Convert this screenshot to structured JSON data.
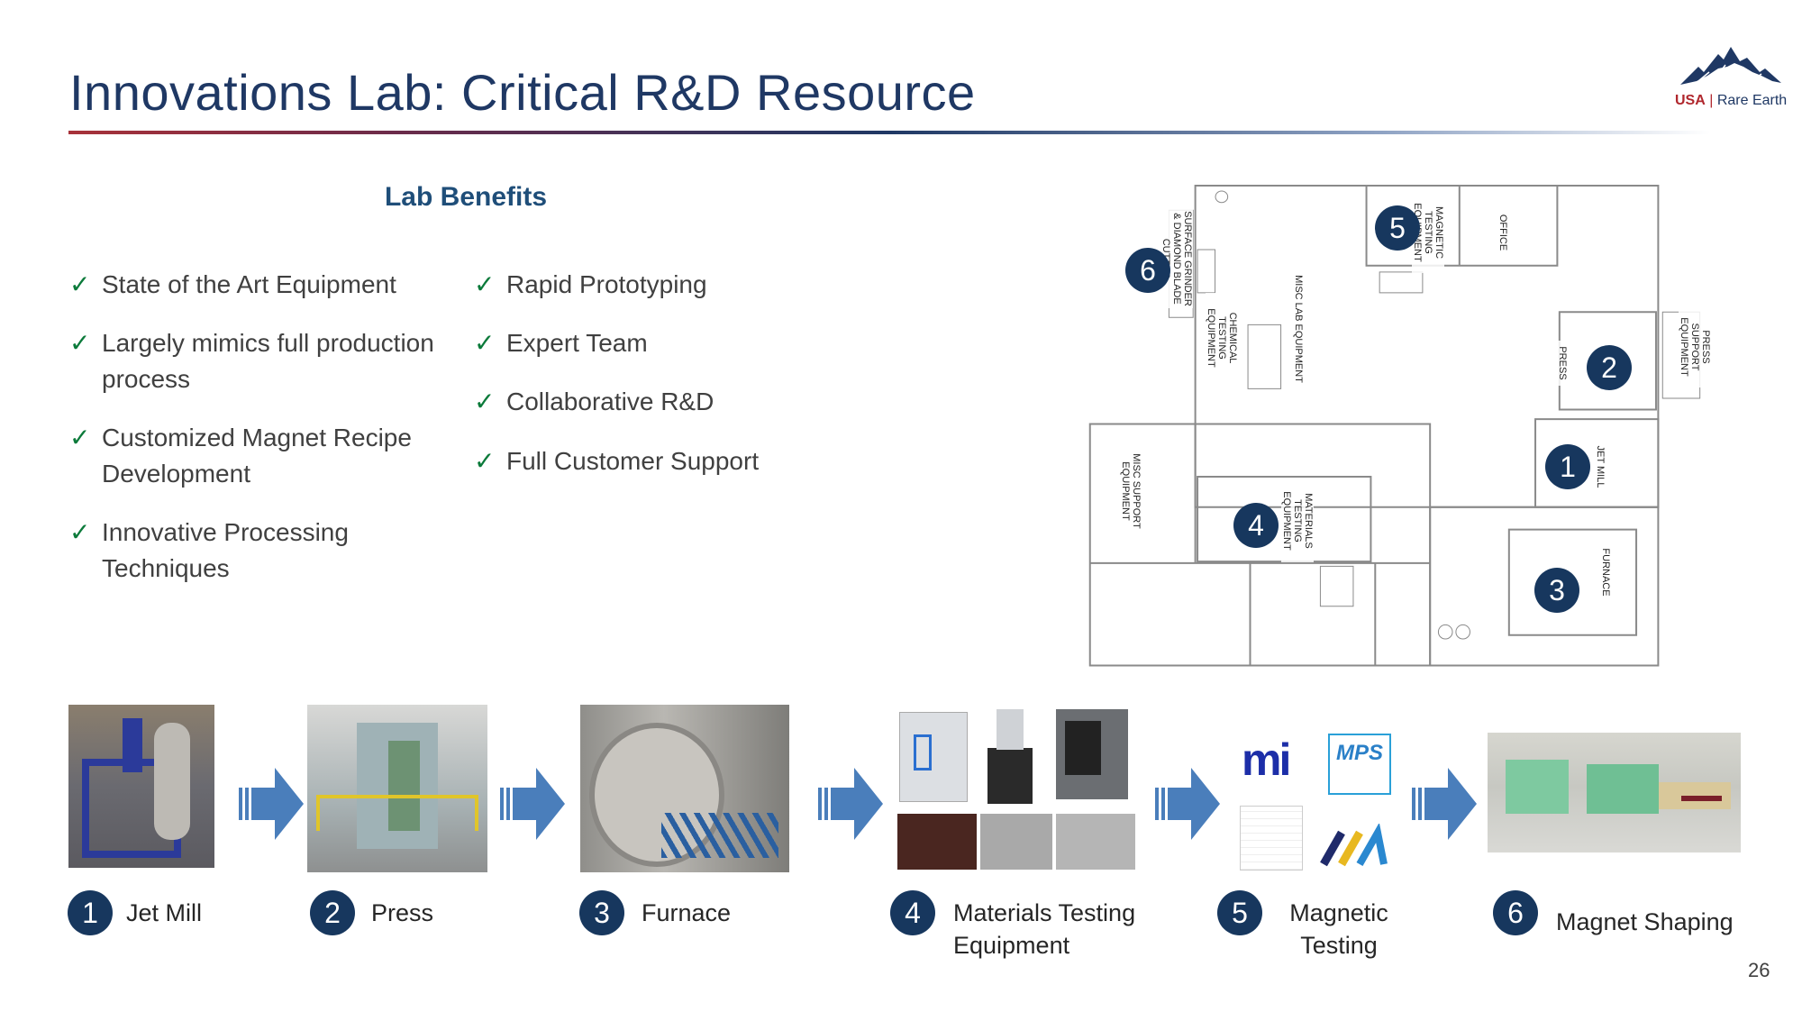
{
  "header": {
    "title": "Innovations Lab: Critical R&D Resource"
  },
  "logo": {
    "brand_a": "USA",
    "brand_b": "Rare Earth",
    "accent_color": "#b0272d",
    "primary_color": "#1f3864"
  },
  "benefits": {
    "heading": "Lab Benefits",
    "check_icon": "checkmark",
    "left": [
      {
        "lines": [
          "State of the Art Equipment"
        ]
      },
      {
        "lines": [
          "Largely mimics full production",
          "process"
        ]
      },
      {
        "lines": [
          "Customized Magnet Recipe",
          "Development"
        ]
      },
      {
        "lines": [
          "Innovative Processing",
          "Techniques"
        ]
      }
    ],
    "right": [
      {
        "lines": [
          "Rapid Prototyping"
        ]
      },
      {
        "lines": [
          "Expert Team"
        ]
      },
      {
        "lines": [
          "Collaborative R&D"
        ]
      },
      {
        "lines": [
          "Full Customer Support"
        ]
      }
    ]
  },
  "floor_plan": {
    "labels": {
      "grinder": "SURFACE GRINDER & DIAMOND BLADE CUTTER",
      "magnetic": "MAGNETIC TESTING EQUIPMENT",
      "office": "OFFICE",
      "chemical": "CHEMICAL TESTING EQUIPMENT",
      "misc_lab": "MISC LAB EQUIPMENT",
      "press": "PRESS",
      "press_support": "PRESS SUPPORT EQUIPMENT",
      "jet_mill": "JET MILL",
      "misc_support": "MISC SUPPORT EQUIPMENT",
      "materials": "MATERIALS TESTING EQUIPMENT",
      "furnace": "FURNACE"
    },
    "markers": [
      "1",
      "2",
      "3",
      "4",
      "5",
      "6"
    ]
  },
  "process": {
    "steps": [
      {
        "num": "1",
        "lines": [
          "Jet Mill"
        ]
      },
      {
        "num": "2",
        "lines": [
          "Press"
        ]
      },
      {
        "num": "3",
        "lines": [
          "Furnace"
        ]
      },
      {
        "num": "4",
        "lines": [
          "Materials Testing",
          "Equipment"
        ]
      },
      {
        "num": "5",
        "lines": [
          "Magnetic",
          "Testing"
        ]
      },
      {
        "num": "6",
        "lines": [
          "Magnet Shaping"
        ]
      }
    ],
    "logos": {
      "mi": "mi",
      "mps": "MPS"
    },
    "arrow_color": "#4a7ebb"
  },
  "page_number": "26"
}
